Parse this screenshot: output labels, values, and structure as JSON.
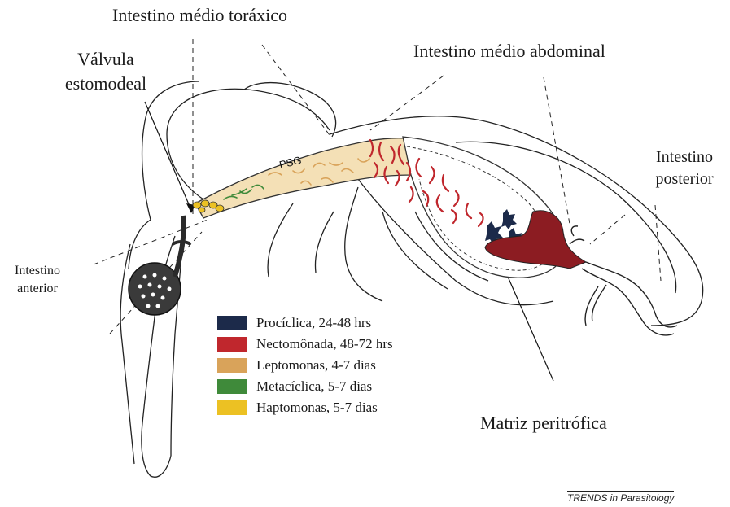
{
  "labels": {
    "thoracic_midgut": "Intestino médio toráxico",
    "stomodeal_valve_1": "Válvula",
    "stomodeal_valve_2": "estomodeal",
    "abdominal_midgut": "Intestino médio abdominal",
    "hindgut_1": "Intestino",
    "hindgut_2": "posterior",
    "foregut_1": "Intestino",
    "foregut_2": "anterior",
    "peritrophic_matrix": "Matriz peritrófica",
    "psg": "PSG"
  },
  "legend": [
    {
      "label": "Procíclica, 24-48 hrs",
      "color": "#1c2a4a"
    },
    {
      "label": "Nectomônada, 48-72 hrs",
      "color": "#c0272d"
    },
    {
      "label": "Leptomonas, 4-7 dias",
      "color": "#d9a35a"
    },
    {
      "label": "Metacíclica, 5-7 dias",
      "color": "#3f8a3a"
    },
    {
      "label": "Haptomonas, 5-7 dias",
      "color": "#ecc123"
    }
  ],
  "credit": "TRENDS in Parasitology"
}
